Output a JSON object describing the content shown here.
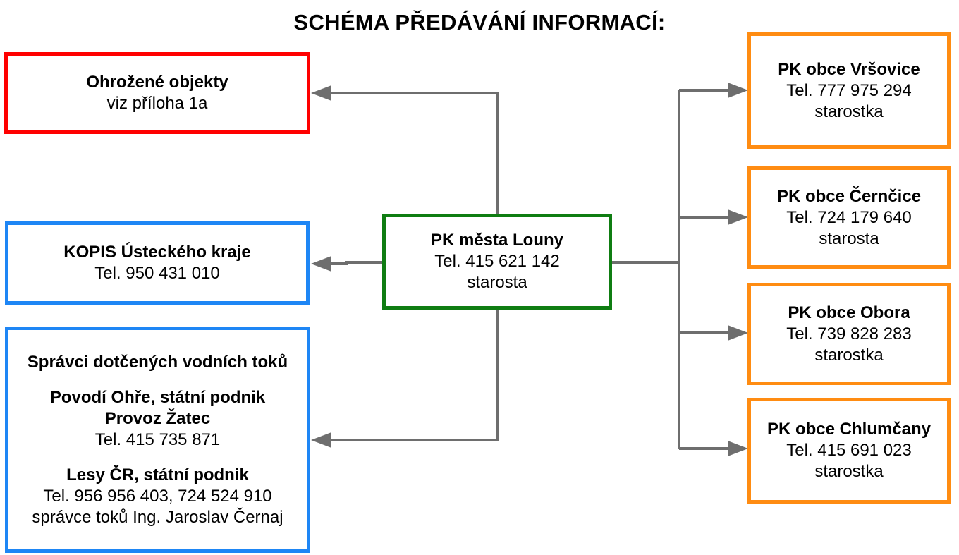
{
  "title": "SCHÉMA PŘEDÁVÁNÍ INFORMACÍ:",
  "center": {
    "name": "PK města Louny",
    "phone": "Tel. 415 621 142",
    "role": "starosta"
  },
  "left": {
    "objects": {
      "name": "Ohrožené objekty",
      "note": "viz příloha 1a"
    },
    "kopis": {
      "name": "KOPIS Ústeckého kraje",
      "phone": "Tel. 950 431 010"
    },
    "water": {
      "heading": "Správci dotčených vodních toků",
      "org1_line1": "Povodí Ohře, státní podnik",
      "org1_line2": "Provoz Žatec",
      "org1_phone": "Tel. 415 735 871",
      "org2_name": "Lesy ČR, státní podnik",
      "org2_phone": "Tel. 956 956 403, 724 524 910",
      "org2_contact": "správce toků Ing. Jaroslav Černaj"
    }
  },
  "right": [
    {
      "name": "PK obce Vršovice",
      "phone": "Tel. 777 975 294",
      "role": "starostka"
    },
    {
      "name": "PK obce Černčice",
      "phone": "Tel. 724 179 640",
      "role": "starosta"
    },
    {
      "name": "PK obce Obora",
      "phone": "Tel. 739 828 283",
      "role": "starostka"
    },
    {
      "name": "PK obce Chlumčany",
      "phone": "Tel. 415 691 023",
      "role": "starostka"
    }
  ],
  "colors": {
    "center_border": "#0f7d12",
    "objects_border": "#ff0000",
    "authority_border": "#1e86f5",
    "municipality_border": "#ff8c12",
    "connector": "#6e6e6e"
  }
}
